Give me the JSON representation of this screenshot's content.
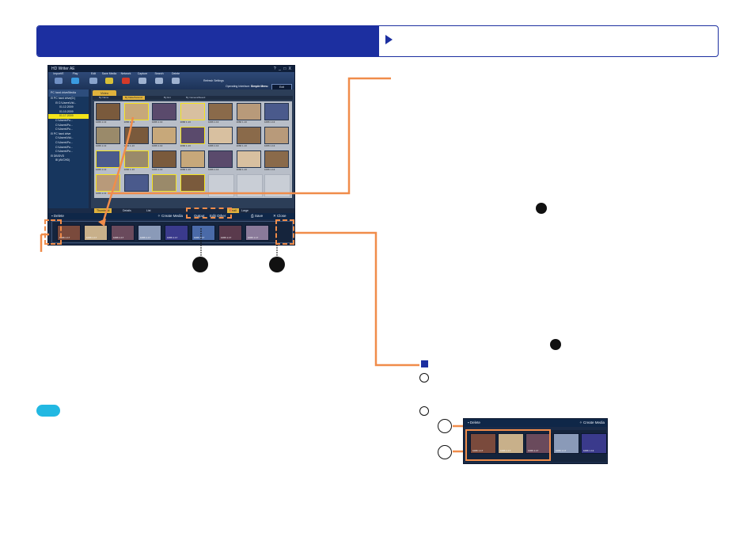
{
  "app": {
    "title": "HD Writer AE",
    "window_controls": "? _ □ X"
  },
  "toolbar": {
    "items": [
      {
        "label": "Import/E",
        "icon": "import-icon",
        "color": "#6f8fc3"
      },
      {
        "label": "Play",
        "icon": "play-icon",
        "color": "#3a9be0"
      },
      {
        "label": "Edit",
        "icon": "edit-icon",
        "color": "#8aa4cc"
      },
      {
        "label": "Save Media",
        "icon": "save-media-icon",
        "color": "#d8c038"
      },
      {
        "label": "Network",
        "icon": "youtube-icon",
        "color": "#d33a2a"
      },
      {
        "label": "Capture",
        "icon": "camera-icon",
        "color": "#9fb2d0"
      },
      {
        "label": "Search",
        "icon": "search-icon",
        "color": "#9fb2d0"
      },
      {
        "label": "Delete",
        "icon": "trash-icon",
        "color": "#9fb2d0"
      }
    ],
    "network_settings": "Refresh Settings",
    "operating_mode_label": "Operating Interface:",
    "operating_mode_value": "Simple Menu",
    "exit": "Exit"
  },
  "tree": {
    "header": "PC hard drive/Media",
    "items": [
      {
        "label": "⊟ PC hard drive(D:)",
        "selected": false
      },
      {
        "label": "⊟ C:\\Users\\Vid...",
        "selected": false
      },
      {
        "label": "01.12.2009",
        "selected": false
      },
      {
        "label": "01.10.2009",
        "selected": false
      },
      {
        "label": "01.17.2009",
        "selected": true
      },
      {
        "label": "C:\\Users\\Pu...",
        "selected": false
      },
      {
        "label": "C:\\Users\\Pu...",
        "selected": false
      },
      {
        "label": "C:\\Users\\Pu...",
        "selected": false
      },
      {
        "label": "⊟ PC hard drive",
        "selected": false
      },
      {
        "label": "C:\\Users\\Vid...",
        "selected": false
      },
      {
        "label": "C:\\Users\\Pu...",
        "selected": false
      },
      {
        "label": "C:\\Users\\Pu...",
        "selected": false
      },
      {
        "label": "C:\\Users\\Pu...",
        "selected": false
      },
      {
        "label": "⊟ DB/DVD",
        "selected": false
      },
      {
        "label": "⊞ (AVCHD)",
        "selected": false
      }
    ]
  },
  "gallery": {
    "tab": "Video",
    "sort_items": [
      "By Name",
      "By Date/Ascend",
      "By Ext",
      "By Camera/Descd"
    ],
    "thumb_label": "1066 1.13",
    "view_items": [
      "Thumbnail",
      "Details",
      "List"
    ],
    "size_items": [
      "Small",
      "Large"
    ]
  },
  "cmdbar": {
    "delete": "Delete",
    "create_media": "Create Media",
    "mid1": "Output",
    "mid2": "Edit Other",
    "save": "Save",
    "close": "Close"
  },
  "strip": {
    "thumb_labels": [
      "1066 1.17",
      "1066 1.17",
      "1066 1.17",
      "1066 1.17",
      "1066 1.17",
      "1066 1.17",
      "1066 1.17",
      "1066 1.17"
    ]
  },
  "crop": {
    "delete": "Delete",
    "create_media": "Create Media",
    "thumb_labels": [
      "1066 1.17",
      "1066 1.17",
      "1066 1.17",
      "1066 1.17",
      "1066 1.13"
    ]
  },
  "colors": {
    "header_blue": "#1c2fa0",
    "annotation_orange": "#f08c4a",
    "highlight_yellow": "#f4e21e",
    "hint_cyan": "#22b8e2"
  }
}
